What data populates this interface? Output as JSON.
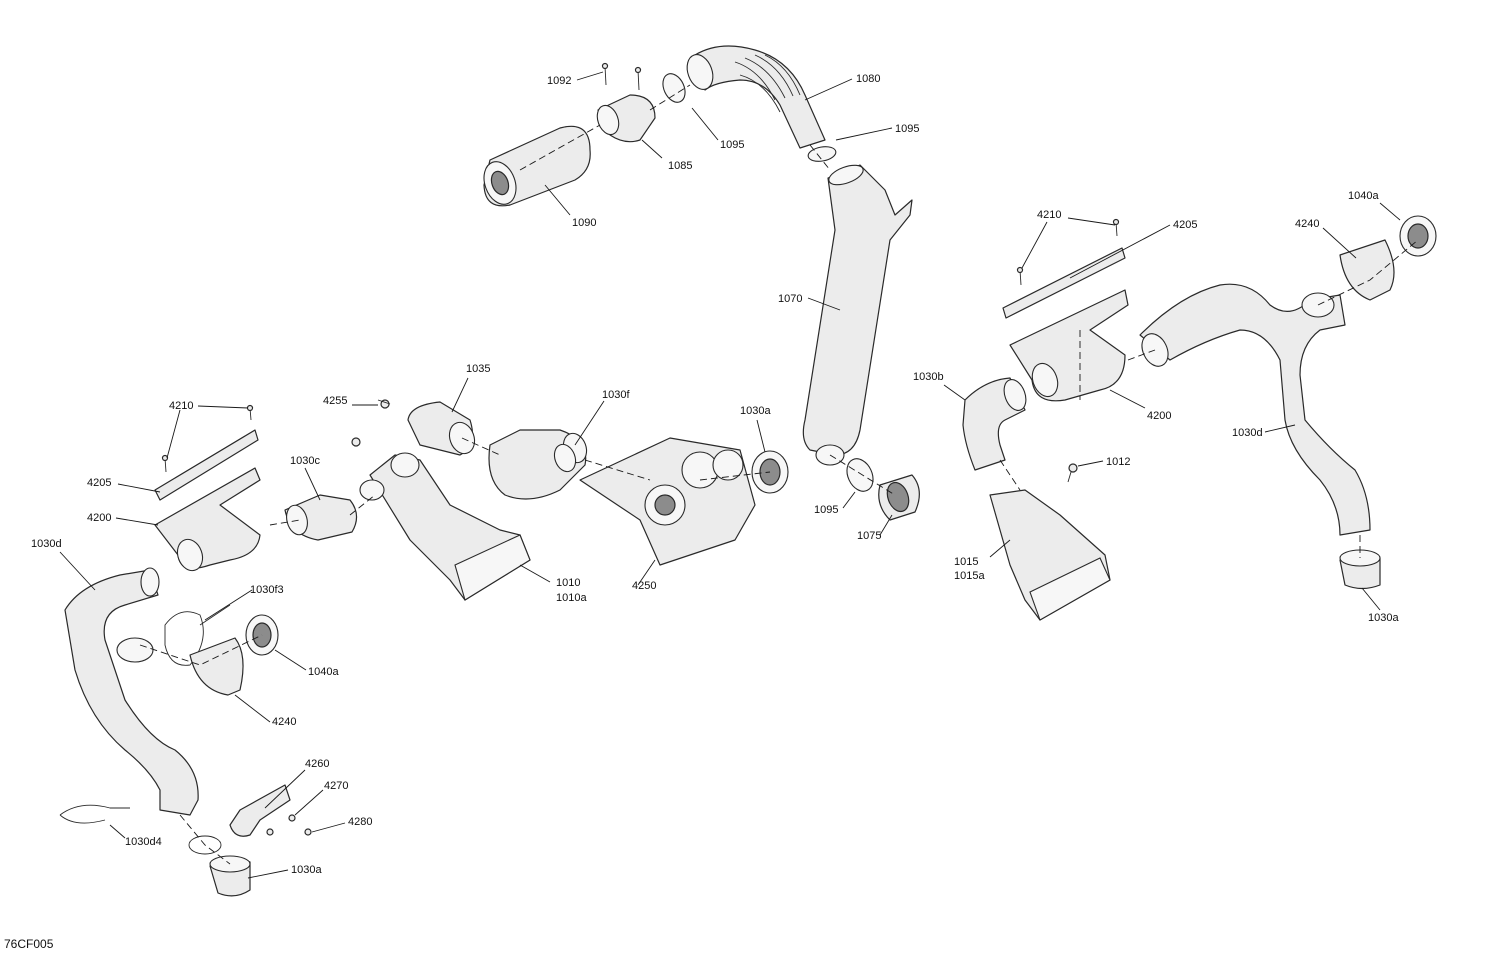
{
  "diagram": {
    "reference_code": "76CF005",
    "callouts": {
      "c1092": "1092",
      "c1080": "1080",
      "c1095_top": "1095",
      "c1095_mid": "1095",
      "c1085": "1085",
      "c1090": "1090",
      "c1070": "1070",
      "c4210_right": "4210",
      "c4205_right": "4205",
      "c1040a_right": "1040a",
      "c4240_right": "4240",
      "c1030b": "1030b",
      "c4200_right": "4200",
      "c1030d_right": "1030d",
      "c1012": "1012",
      "c1015": "1015",
      "c1015a": "1015a",
      "c1030a_right": "1030a",
      "c1035": "1035",
      "c4255": "4255",
      "c1030f": "1030f",
      "c1030a_mid": "1030a",
      "c4210_left": "4210",
      "c1030c": "1030c",
      "c4205_left": "4205",
      "c4200_left": "4200",
      "c1030d_left": "1030d",
      "c1030f3": "1030f3",
      "c1010": "1010",
      "c1010a": "1010a",
      "c4250": "4250",
      "c1095_low": "1095",
      "c1075": "1075",
      "c1040a_left": "1040a",
      "c4240_left": "4240",
      "c4260": "4260",
      "c4270": "4270",
      "c4280": "4280",
      "c1030d4": "1030d4",
      "c1030a_left": "1030a"
    }
  }
}
